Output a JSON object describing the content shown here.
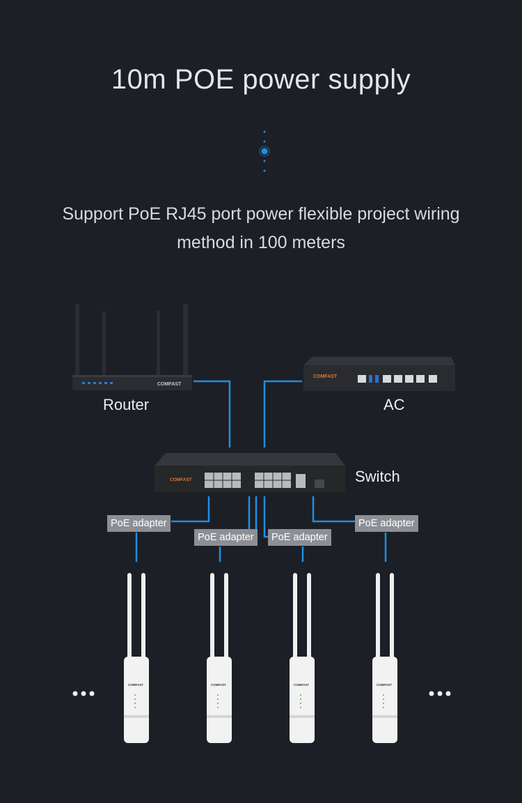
{
  "title": "10m POE power supply",
  "subtitle": "Support PoE RJ45 port power flexible project wiring method in 100 meters",
  "devices": {
    "router_label": "Router",
    "ac_label": "AC",
    "switch_label": "Switch",
    "brand": "COMFAST"
  },
  "poe_adapters": [
    "PoE adapter",
    "PoE adapter",
    "PoE adapter",
    "PoE adapter"
  ],
  "colors": {
    "background": "#1c1f25",
    "link_line": "#1e8fe6",
    "adapter_badge": "#8d8f94",
    "device_body": "#2a2b2e",
    "ap_body": "#f2f2f2"
  }
}
